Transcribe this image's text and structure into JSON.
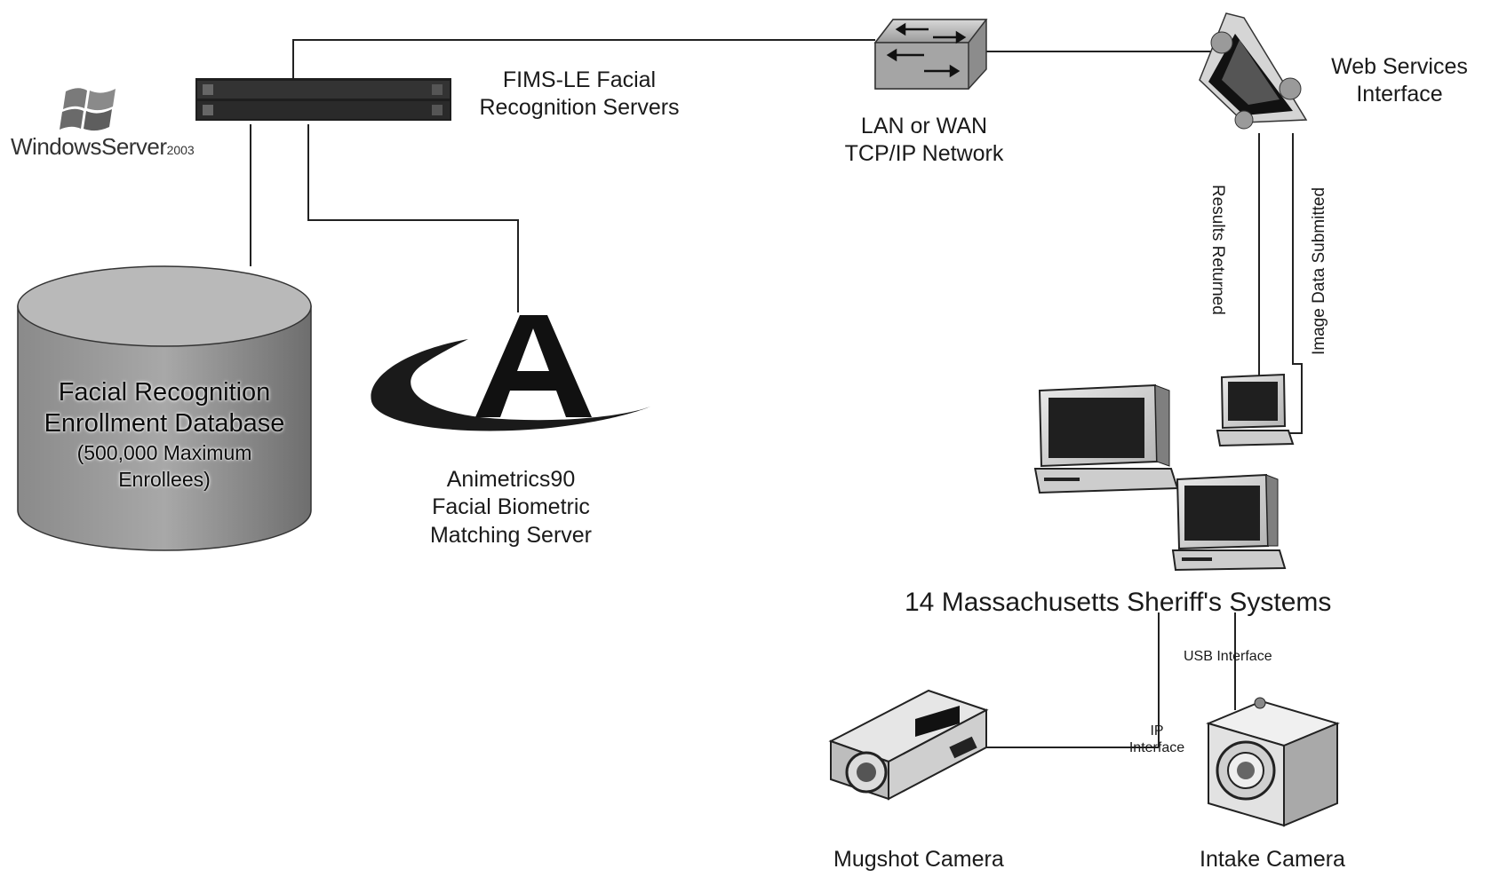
{
  "diagram": {
    "logo": {
      "word": "WindowsServer",
      "suffix": "2003"
    },
    "servers_label": [
      "FIMS-LE Facial",
      "Recognition Servers"
    ],
    "network_label": [
      "LAN or WAN",
      "TCP/IP Network"
    ],
    "web_services_label": [
      "Web Services",
      "Interface"
    ],
    "database_label": {
      "title": [
        "Facial Recognition",
        "Enrollment Database"
      ],
      "detail": [
        "(500,000 Maximum",
        "Enrollees)"
      ]
    },
    "animetrics_label": [
      "Animetrics90",
      "Facial Biometric",
      "Matching Server"
    ],
    "flow_results": "Results Returned",
    "flow_submitted": "Image Data Submitted",
    "systems_label": "14 Massachusetts Sheriff's Systems",
    "usb_label": "USB Interface",
    "ip_label": [
      "IP",
      "Interface"
    ],
    "mugshot_label": "Mugshot Camera",
    "intake_label": "Intake Camera"
  },
  "colors": {
    "line": "#222222",
    "server": "#1e1e1e",
    "database": "#7d7d7d",
    "background": "#ffffff"
  }
}
